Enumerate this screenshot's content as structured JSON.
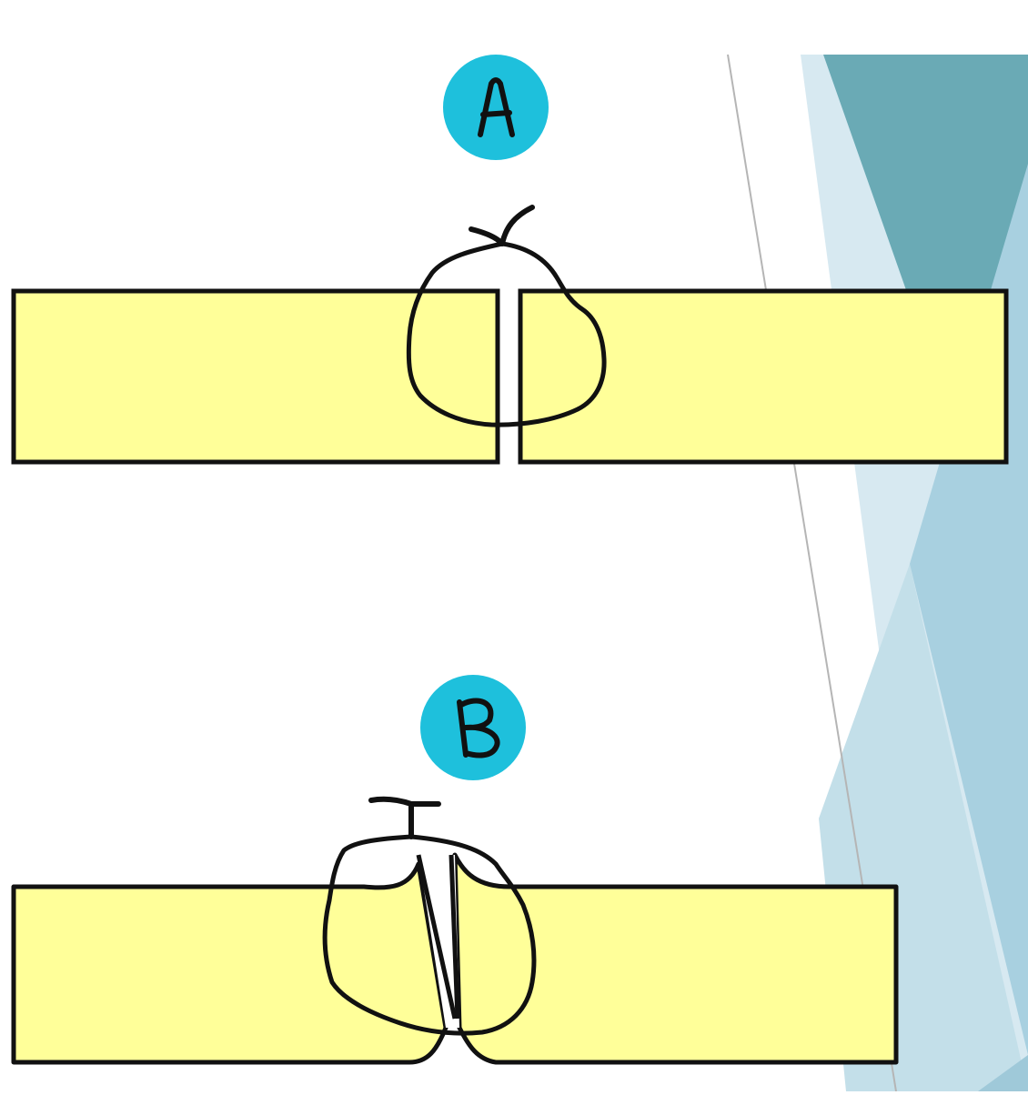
{
  "colors": {
    "background": "#ffffff",
    "plate_fill": "#ffff99",
    "plate_stroke": "#111111",
    "badge_fill": "#1ec0dc",
    "deco_dark_teal": "#6aaab5",
    "deco_mid_teal": "#5aa3b0",
    "deco_light_blue": "#c3dfe9",
    "deco_pale_blue": "#d7e9f1",
    "deco_blue": "#a8d0e0",
    "deco_line": "#b5b5b5"
  },
  "diagram": {
    "panels": [
      {
        "id": "A",
        "label": "A",
        "description": "Two yellow plates separated by a square gap; hand-drawn weld bead outline encircles the joint with a weld symbol above"
      },
      {
        "id": "B",
        "label": "B",
        "description": "Two yellow plates joined at a V-shaped groove; hand-drawn weld bead outline encircles the groove with a weld symbol above"
      }
    ]
  }
}
